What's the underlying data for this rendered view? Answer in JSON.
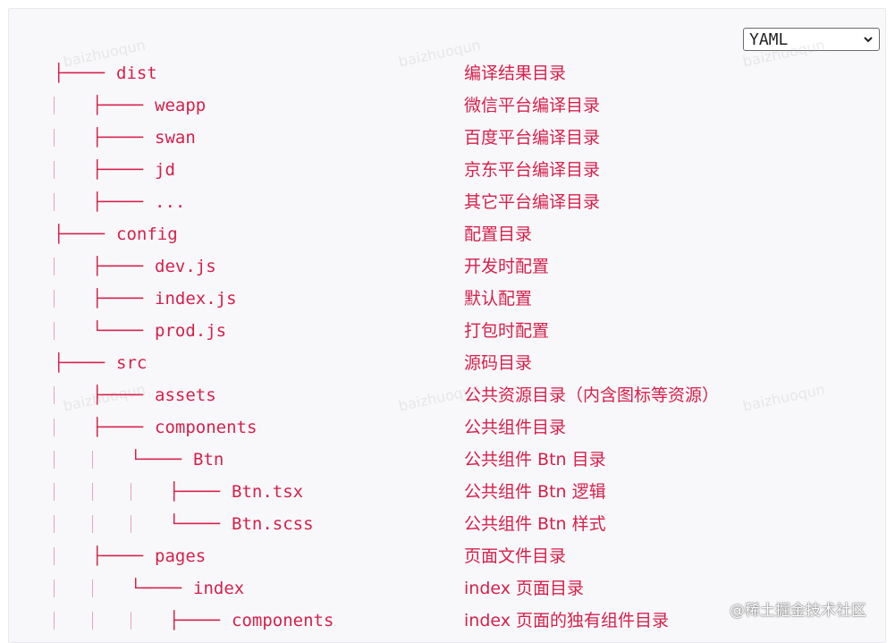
{
  "language_select": {
    "selected": "YAML"
  },
  "rows": [
    {
      "depth": 0,
      "connector": "├────",
      "name": "dist",
      "desc": "编译结果目录"
    },
    {
      "depth": 1,
      "connector": "├────",
      "name": "weapp",
      "desc": "微信平台编译目录"
    },
    {
      "depth": 1,
      "connector": "├────",
      "name": "swan",
      "desc": "百度平台编译目录"
    },
    {
      "depth": 1,
      "connector": "├────",
      "name": "jd",
      "desc": "京东平台编译目录"
    },
    {
      "depth": 1,
      "connector": "├────",
      "name": "...",
      "desc": "其它平台编译目录"
    },
    {
      "depth": 0,
      "connector": "├────",
      "name": "config",
      "desc": "配置目录"
    },
    {
      "depth": 1,
      "connector": "├────",
      "name": "dev.js",
      "desc": "开发时配置"
    },
    {
      "depth": 1,
      "connector": "├────",
      "name": "index.js",
      "desc": "默认配置"
    },
    {
      "depth": 1,
      "connector": "└────",
      "name": "prod.js",
      "desc": "打包时配置"
    },
    {
      "depth": 0,
      "connector": "├────",
      "name": "src",
      "desc": "源码目录"
    },
    {
      "depth": 1,
      "connector": "├────",
      "name": "assets",
      "desc": "公共资源目录（内含图标等资源）"
    },
    {
      "depth": 1,
      "connector": "├────",
      "name": "components",
      "desc": "公共组件目录"
    },
    {
      "depth": 2,
      "connector": "└────",
      "name": "Btn",
      "desc": "公共组件 Btn 目录"
    },
    {
      "depth": 3,
      "connector": "├────",
      "name": "Btn.tsx",
      "desc": "公共组件 Btn 逻辑"
    },
    {
      "depth": 3,
      "connector": "└────",
      "name": "Btn.scss",
      "desc": "公共组件 Btn 样式"
    },
    {
      "depth": 1,
      "connector": "├────",
      "name": "pages",
      "desc": "页面文件目录"
    },
    {
      "depth": 2,
      "connector": "└────",
      "name": "index",
      "desc": "index 页面目录"
    },
    {
      "depth": 3,
      "connector": "├────",
      "name": "components",
      "desc": "index 页面的独有组件目录"
    }
  ],
  "watermark_text": "baizhuoqun",
  "footer_credit": "@稀土掘金技术社区",
  "colors": {
    "text": "#d6204b",
    "guide": "#e6a3b3",
    "background": "#f8f8fa"
  }
}
